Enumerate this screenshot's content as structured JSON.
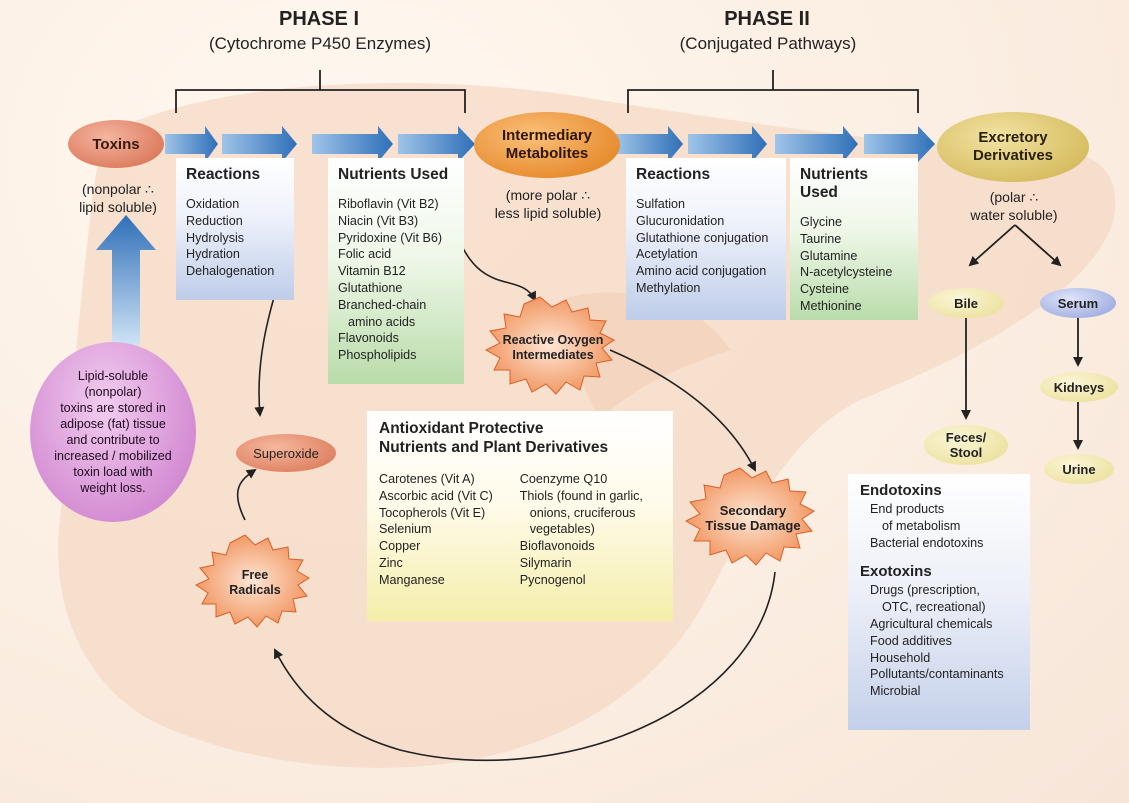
{
  "phase1": {
    "title": "PHASE I",
    "subtitle": "(Cytochrome P450 Enzymes)"
  },
  "phase2": {
    "title": "PHASE II",
    "subtitle": "(Conjugated Pathways)"
  },
  "nodes": {
    "toxins": "Toxins",
    "toxins_note": [
      "(nonpolar ∴",
      "lipid soluble)"
    ],
    "intermediary": [
      "Intermediary",
      "Metabolites"
    ],
    "intermediary_note": [
      "(more polar ∴",
      "less lipid soluble)"
    ],
    "excretory": [
      "Excretory",
      "Derivatives"
    ],
    "excretory_note": [
      "(polar ∴",
      "water soluble)"
    ],
    "bile": "Bile",
    "serum": "Serum",
    "kidneys": "Kidneys",
    "feces": [
      "Feces/",
      "Stool"
    ],
    "urine": "Urine",
    "superoxide": "Superoxide",
    "lipid_soluble": [
      "Lipid-soluble",
      "(nonpolar)",
      "toxins are stored in",
      "adipose (fat) tissue",
      "and contribute to",
      "increased / mobilized",
      "toxin load with",
      "weight loss."
    ]
  },
  "bursts": {
    "reactive_oxygen": [
      "Reactive Oxygen",
      "Intermediates"
    ],
    "secondary_damage": [
      "Secondary",
      "Tissue Damage"
    ],
    "free_radicals": [
      "Free",
      "Radicals"
    ]
  },
  "phase1_reactions": {
    "title": "Reactions",
    "items": [
      "Oxidation",
      "Reduction",
      "Hydrolysis",
      "Hydration",
      "Dehalogenation"
    ]
  },
  "phase1_nutrients": {
    "title": "Nutrients Used",
    "items": [
      "Riboflavin (Vit B2)",
      "Niacin (Vit B3)",
      "Pyridoxine (Vit B6)",
      "Folic acid",
      "Vitamin B12",
      "Glutathione",
      "Branched-chain",
      "amino acids",
      "Flavonoids",
      "Phospholipids"
    ]
  },
  "phase2_reactions": {
    "title": "Reactions",
    "items": [
      "Sulfation",
      "Glucuronidation",
      "Glutathione conjugation",
      "Acetylation",
      "Amino acid conjugation",
      "Methylation"
    ]
  },
  "phase2_nutrients": {
    "title": "Nutrients Used",
    "items": [
      "Glycine",
      "Taurine",
      "Glutamine",
      "N-acetylcysteine",
      "Cysteine",
      "Methionine"
    ]
  },
  "antioxidant": {
    "title": [
      "Antioxidant Protective",
      "Nutrients and Plant Derivatives"
    ],
    "col1": [
      "Carotenes (Vit A)",
      "Ascorbic acid (Vit C)",
      "Tocopherols (Vit E)",
      "Selenium",
      "Copper",
      "Zinc",
      "Manganese"
    ],
    "col2": [
      "Coenzyme Q10",
      "Thiols (found in garlic,",
      "onions, cruciferous",
      "vegetables)",
      "Bioflavonoids",
      "Silymarin",
      "Pycnogenol"
    ]
  },
  "toxin_sources": {
    "endo_title": "Endotoxins",
    "endo_items": [
      "End products",
      "of metabolism",
      "Bacterial endotoxins"
    ],
    "exo_title": "Exotoxins",
    "exo_items": [
      "Drugs (prescription,",
      "OTC, recreational)",
      "Agricultural chemicals",
      "Food additives",
      "Household",
      "Pollutants/contaminants",
      "Microbial"
    ]
  },
  "colors": {
    "arrow_blue": "#3f7fc0",
    "toxins_fill": "#e2876c",
    "intermediary_fill": "#ef8c2a",
    "excretory_fill": "#d8bf62",
    "serum_fill": "#9aa8db",
    "lipid_fill": "#d596d5",
    "burst_fill": "#f3a46f"
  }
}
